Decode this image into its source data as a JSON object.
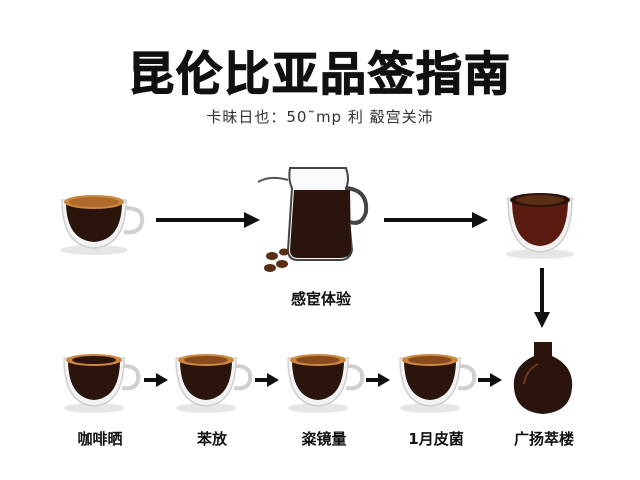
{
  "title": "昆伦比亚品签指南",
  "subtitle": "卡昧日也：50˜mp 利  觳宫关沛",
  "top_row": {
    "center_label": "感宦体验"
  },
  "bottom_row": {
    "labels": [
      "咖啡晒",
      "苯放",
      "粢镜量",
      "1月皮菌",
      "广扬萃楼"
    ]
  },
  "colors": {
    "coffee": "#2a140c",
    "crema": "#c9873f",
    "arrow": "#111111",
    "red_coffee": "#5a1a10"
  }
}
